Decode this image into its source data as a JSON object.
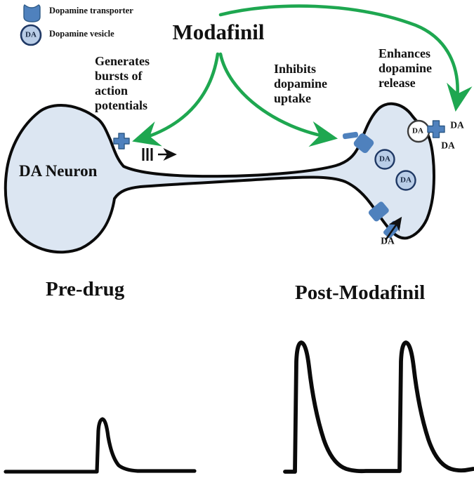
{
  "colors": {
    "green_arrow": "#1ea750",
    "blue_accent": "#4f81bd",
    "blue_dark": "#2e5a87",
    "neuron_fill": "#dce6f2",
    "vesicle_fill": "#b9cde7",
    "vesicle_stroke": "#1f3864",
    "ink": "#111111"
  },
  "legend": {
    "transporter_label": "Dopamine transporter",
    "vesicle_label": "Dopamine vesicle",
    "vesicle_text": "DA"
  },
  "title": "Modafinil",
  "annotations": {
    "generates": {
      "lines": [
        "Generates",
        "bursts of",
        "action",
        "potentials"
      ]
    },
    "inhibits": {
      "lines": [
        "Inhibits",
        "dopamine",
        "uptake"
      ]
    },
    "enhances": {
      "lines": [
        "Enhances",
        "dopamine",
        "release"
      ]
    }
  },
  "neuron": {
    "soma_label": "DA Neuron",
    "vesicle_1": "DA",
    "vesicle_2": "DA",
    "fusing_vesicle": "DA",
    "released_da_1": "DA",
    "released_da_2": "DA",
    "uptake_da": "DA"
  },
  "traces": {
    "pre_label": "Pre-drug",
    "post_label": "Post-Modafinil",
    "pre_peak_count": 1,
    "post_peak_count": 2,
    "pre_relative_amplitude": "small",
    "post_relative_amplitude": "large"
  }
}
